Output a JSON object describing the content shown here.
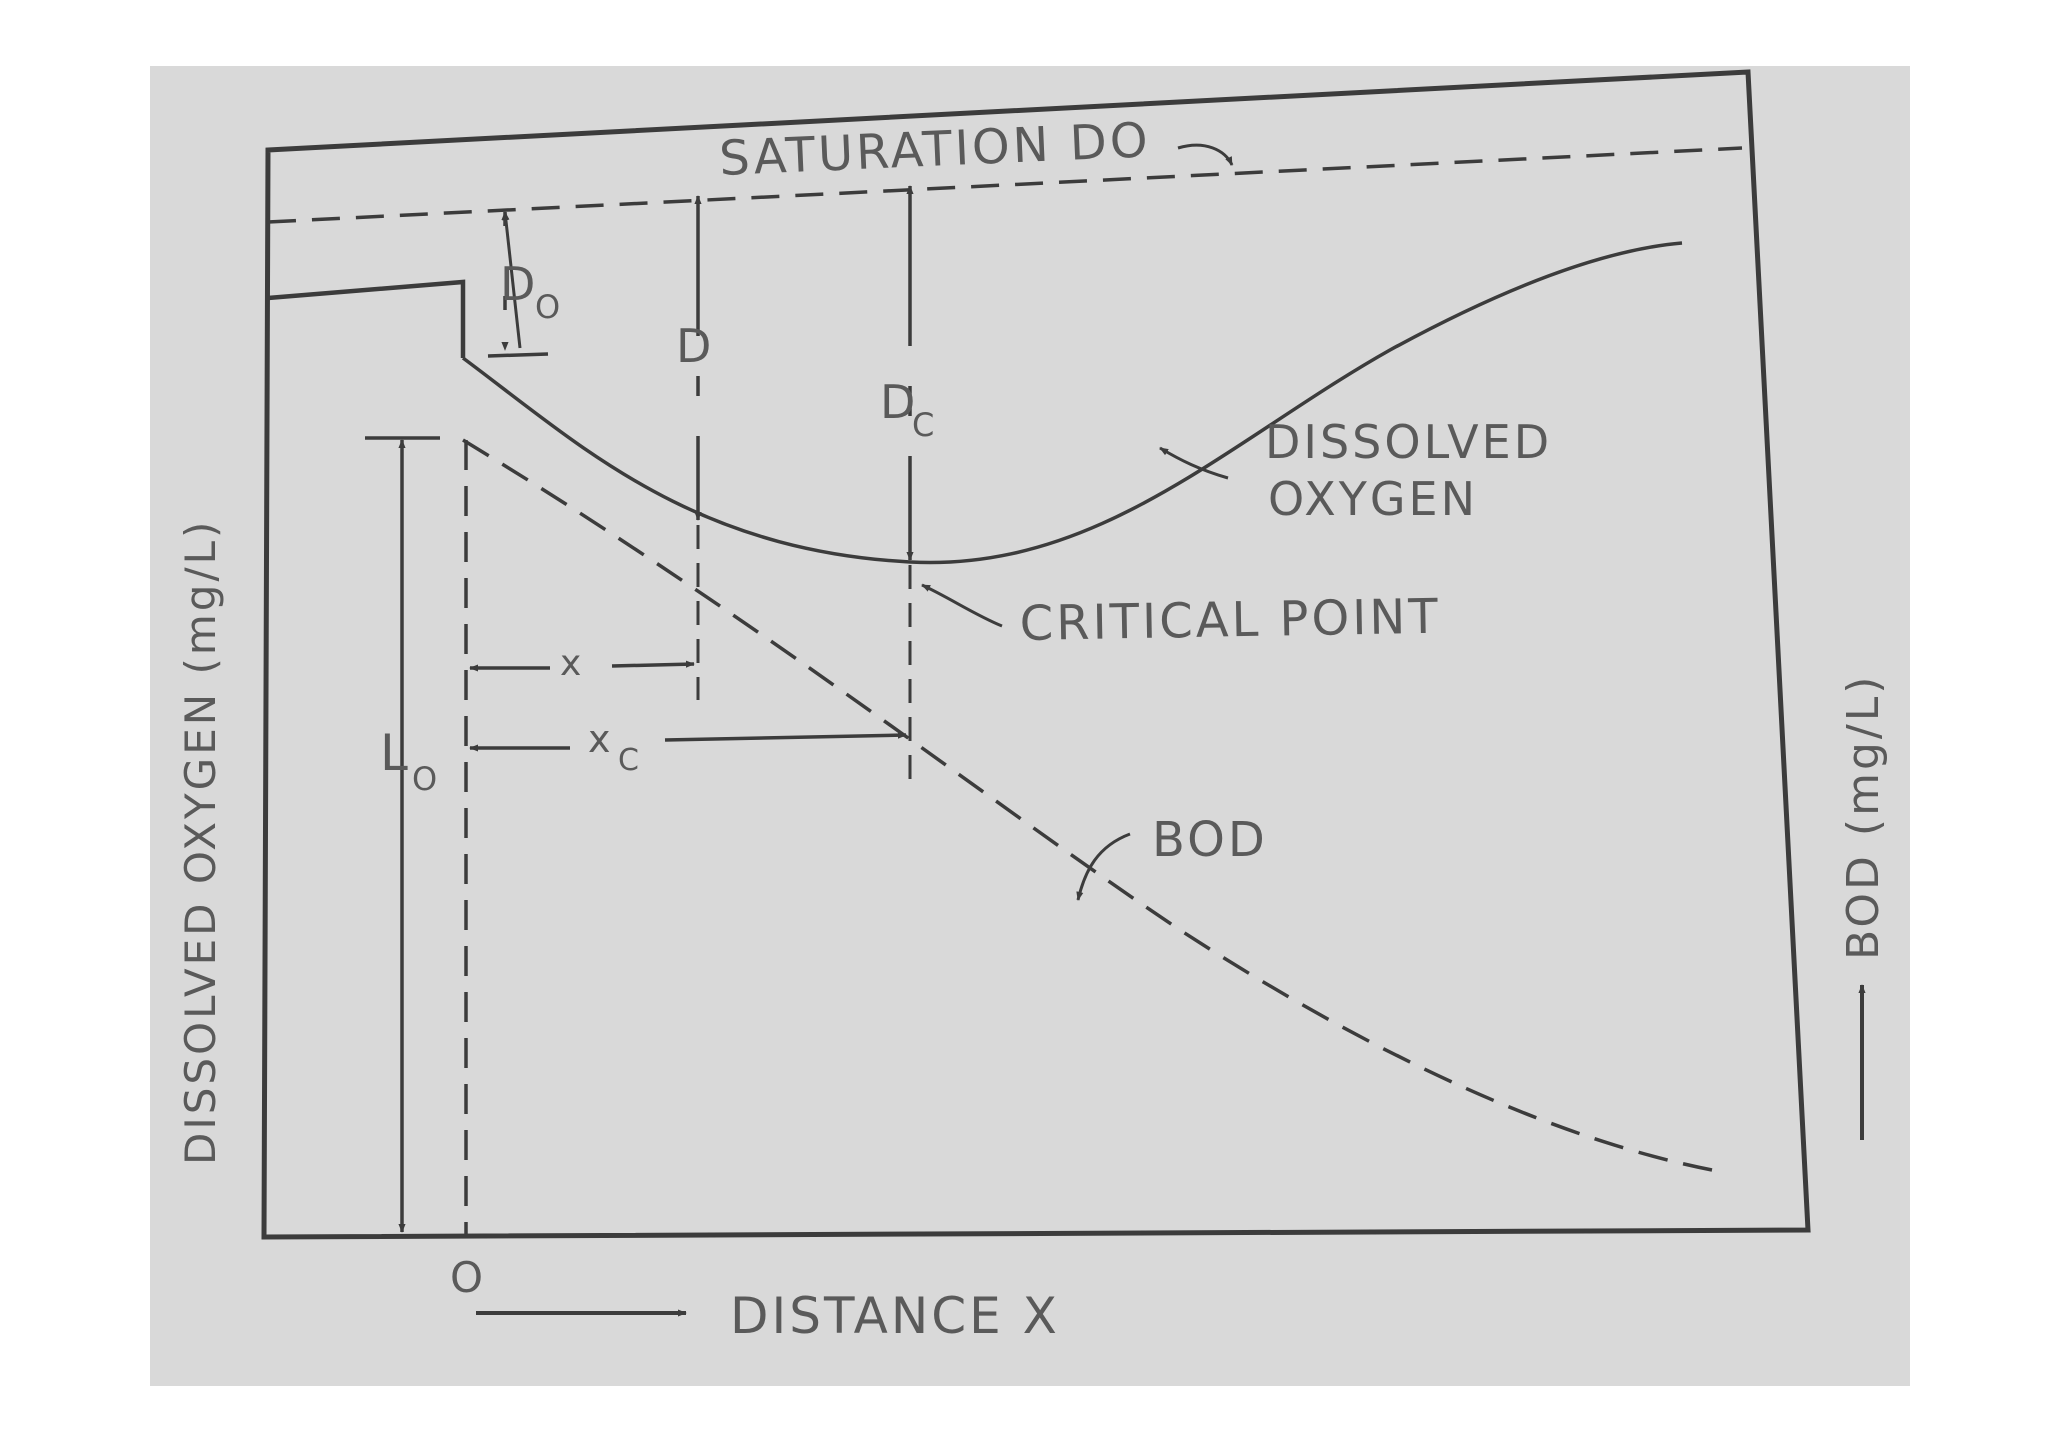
{
  "labels": {
    "saturation": "SATURATION DO",
    "d0_main": "D",
    "d0_sub": "O",
    "d": "D",
    "dc_main": "D",
    "dc_sub": "C",
    "dissolved_oxygen_line1": "DISSOLVED",
    "dissolved_oxygen_line2": "OXYGEN",
    "critical_point": "CRITICAL POINT",
    "x": "x",
    "xc_main": "x",
    "xc_sub": "C",
    "l0_main": "L",
    "l0_sub": "O",
    "bod": "BOD",
    "y_axis_left": "DISSOLVED OXYGEN (mg/L)",
    "y_axis_right": "BOD (mg/L)",
    "origin": "O",
    "x_axis": "DISTANCE X"
  },
  "colors": {
    "page": "#ffffff",
    "paper": "#d9d9d9",
    "ink": "#3c3c3c",
    "text": "#5a5a5a"
  }
}
